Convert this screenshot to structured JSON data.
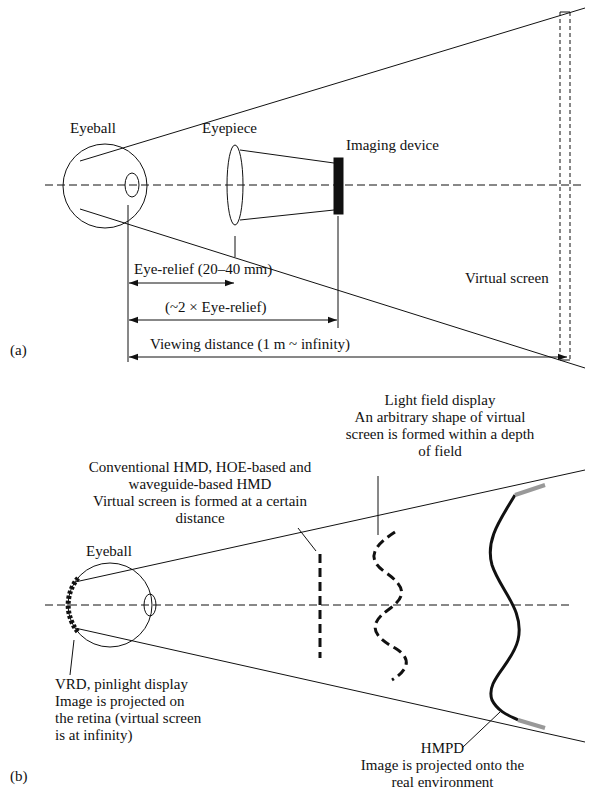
{
  "diagram": {
    "labels": [
      "Eyeball",
      "Eyepiece",
      "Imaging device",
      "Eye-relief (20–40 mm)",
      "Virtual screen",
      "(~2 × Eye-relief)",
      "Viewing distance (1 m ~ infinity)",
      "(a)",
      "Light field display",
      "An arbitrary shape of virtual screen is formed within a depth of field",
      "Conventional HMD, HOE-based and waveguide-based HMD",
      "Virtual screen is formed at a certain distance",
      "Eyeball",
      "VRD, pinlight display",
      "Image is projected on the retina (virtual screen is at infinity)",
      "HMPD",
      "Image is projected onto the real environment",
      "(b)"
    ]
  }
}
